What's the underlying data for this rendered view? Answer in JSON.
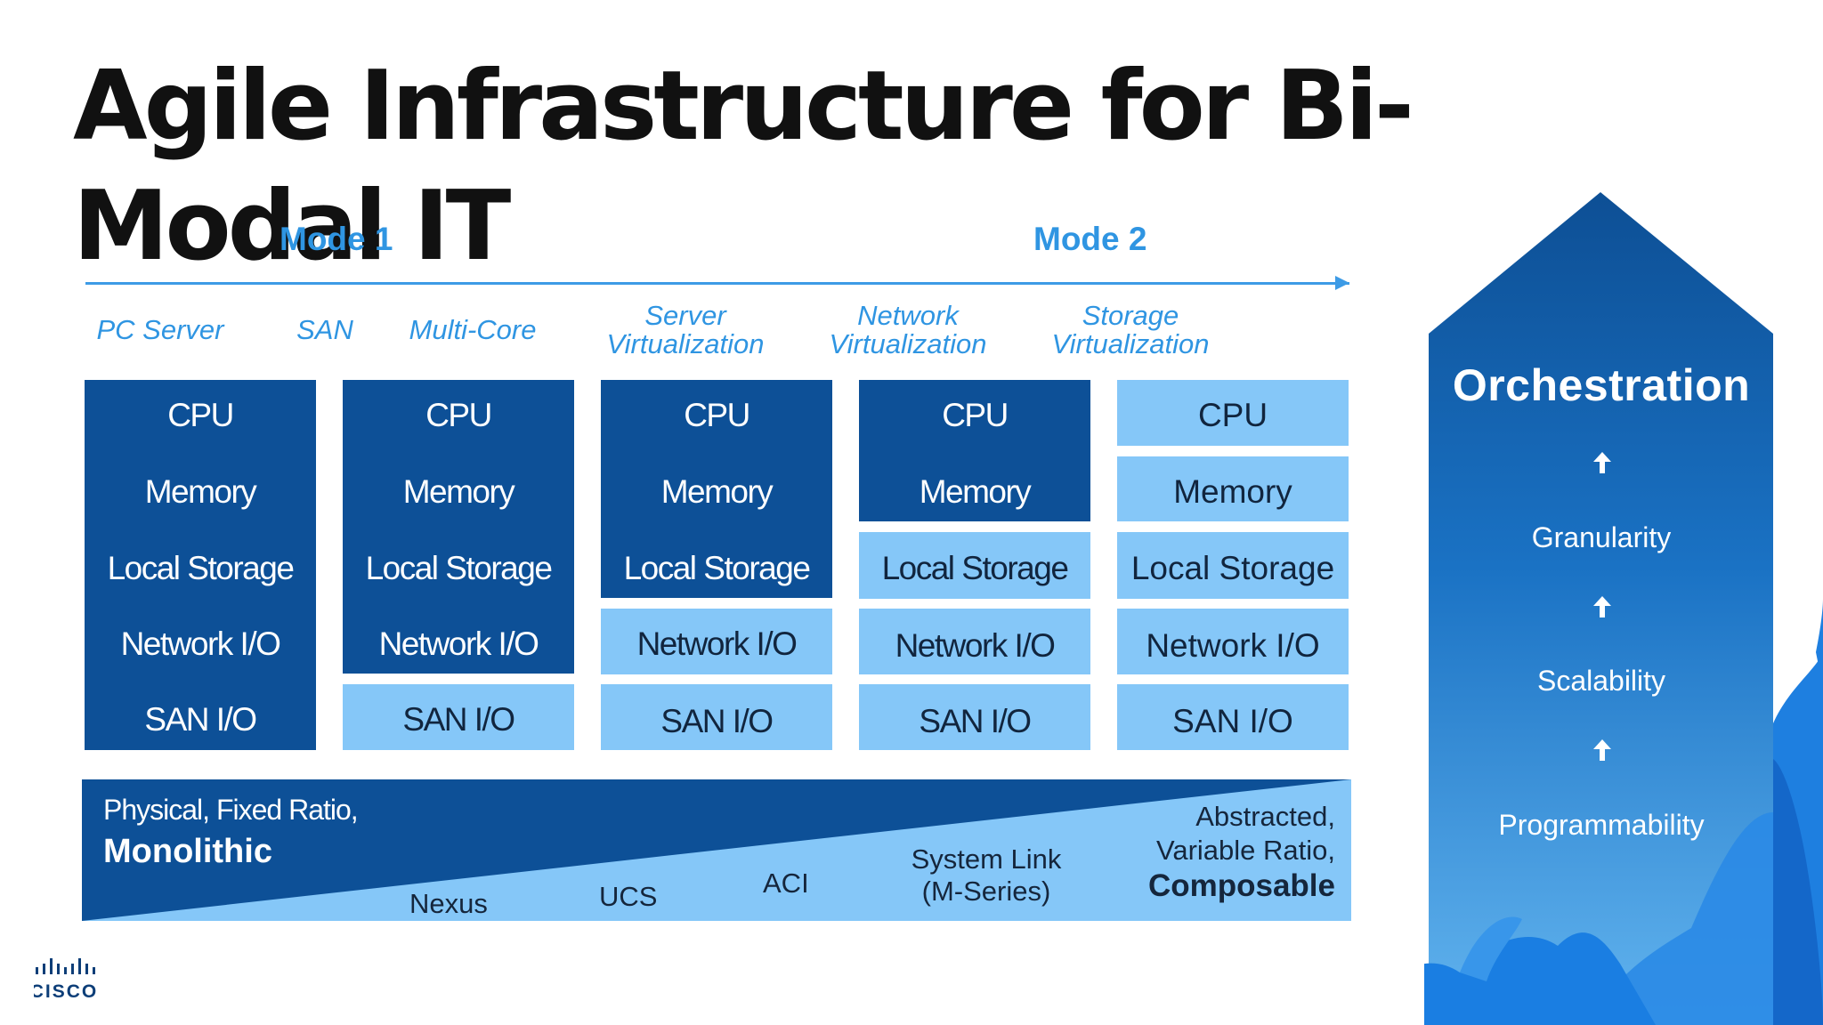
{
  "slide": {
    "title_line1": "Agile Infrastructure for Bi-",
    "title_line2": "Modal IT"
  },
  "modes": {
    "mode1": "Mode 1",
    "mode2": "Mode 2"
  },
  "technologies": {
    "pc_server": "PC Server",
    "san": "SAN",
    "multi_core": "Multi-Core",
    "server_virt": [
      "Server",
      "Virtualization"
    ],
    "network_virt": [
      "Network",
      "Virtualization"
    ],
    "storage_virt": [
      "Storage",
      "Virtualization"
    ]
  },
  "components": [
    "CPU",
    "Memory",
    "Local Storage",
    "Network I/O",
    "SAN I/O"
  ],
  "columns": [
    {
      "integrated_count": 5
    },
    {
      "integrated_count": 4
    },
    {
      "integrated_count": 3
    },
    {
      "integrated_count": 2
    },
    {
      "integrated_count": 0
    }
  ],
  "bottom_bar": {
    "left_line1": "Physical, Fixed Ratio,",
    "left_line2": "Monolithic",
    "right_line1": "Abstracted,",
    "right_line2": "Variable Ratio,",
    "right_line3": "Composable",
    "products": [
      "Nexus",
      "UCS",
      "ACI",
      "System Link",
      "(M-Series)"
    ]
  },
  "orchestration": {
    "title": "Orchestration",
    "items": [
      "Granularity",
      "Scalability",
      "Programmability"
    ]
  },
  "colors": {
    "dark_blue": "#0d5097",
    "light_blue": "#85c7f8",
    "accent_blue": "#2f95e2"
  },
  "logo": {
    "text": "CISCO"
  }
}
